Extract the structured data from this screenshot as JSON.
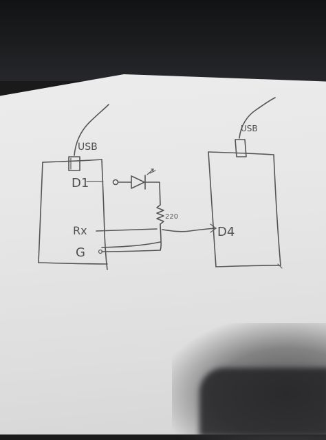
{
  "photo": {
    "subject": "hand-drawn circuit sketch on paper",
    "colors": {
      "ink": "#555557",
      "paper": "#e8e8e8",
      "background": "#1a1a1a"
    }
  },
  "board_left": {
    "usb_label": "USB",
    "pins": {
      "d1": "D1",
      "rx": "Rx",
      "gnd": "G"
    }
  },
  "components": {
    "led": "LED",
    "resistor_label": "220"
  },
  "board_right": {
    "usb_label": "USB",
    "pins": {
      "d4": "D4"
    }
  }
}
